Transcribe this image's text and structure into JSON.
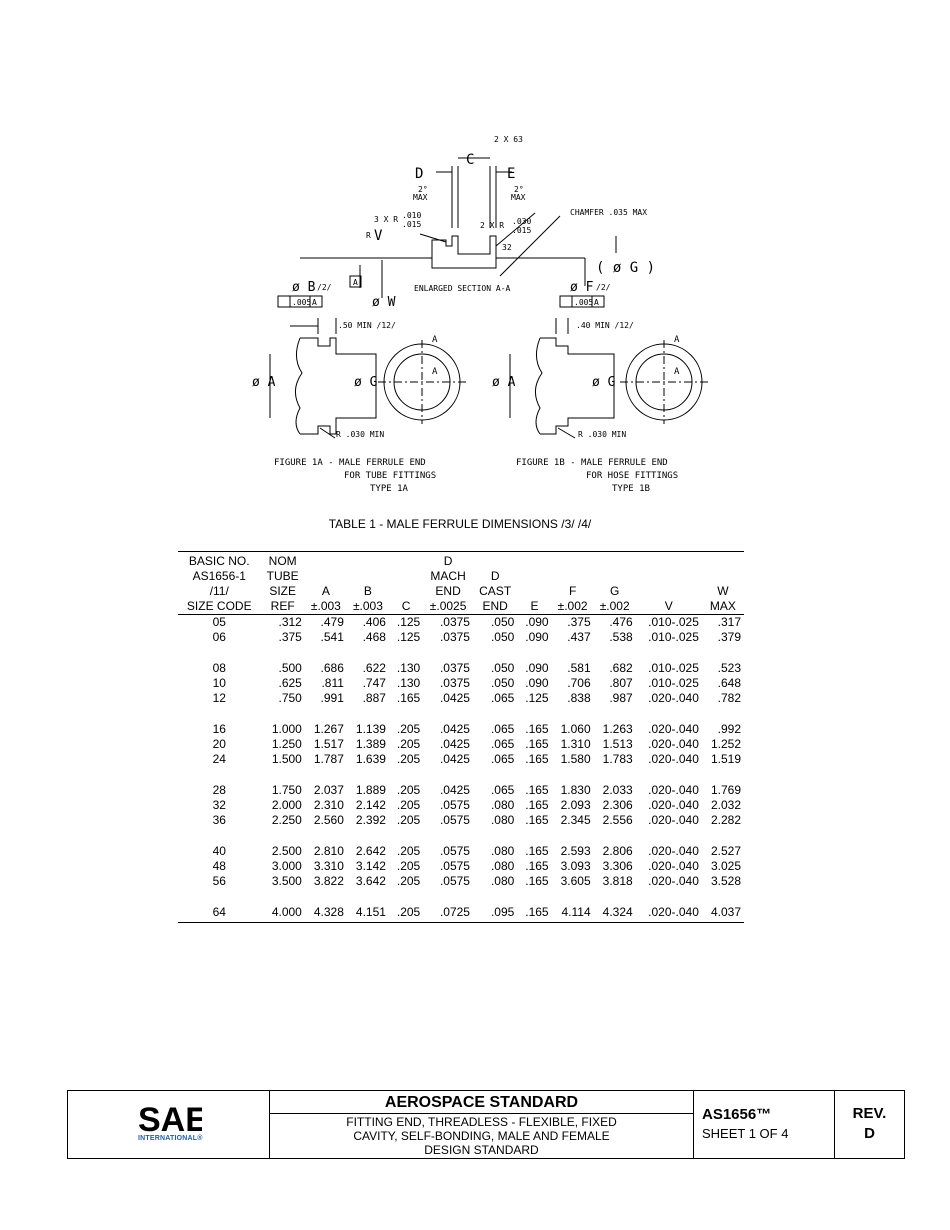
{
  "figure": {
    "labels": {
      "finish_top": "2 X 63",
      "dim_C": "C",
      "dim_D": "D",
      "dim_E": "E",
      "angle_left": "2°",
      "angle_left_sub": "MAX",
      "angle_right": "2°",
      "angle_right_sub": "MAX",
      "radius_left_1": "3 X R",
      "radius_left_a": ".010",
      "radius_left_b": ".015",
      "radius_v": "V",
      "radius_v_prefix": "R",
      "radius_right": "2 X R",
      "radius_right_a": ".030",
      "radius_right_b": ".015",
      "chamfer": "CHAMFER .035 MAX",
      "finish_inner": "32",
      "dia_G_paren": "( ø G )",
      "dia_B": "ø B",
      "ref_2_b": "/2/",
      "tol_box_b": ".005",
      "datum_b": "A",
      "datum_box": "A",
      "dia_W": "ø W",
      "section_caption": "ENLARGED SECTION A-A",
      "dia_F": "ø F",
      "ref_2_f": "/2/",
      "tol_box_f": ".005",
      "datum_f": "A",
      "min_left": ".50 MIN /12/",
      "min_right": ".40 MIN /12/",
      "dia_A_left": "ø A",
      "dia_G_left": "ø G",
      "dia_A_right": "ø A",
      "dia_G_right": "ø G",
      "sec_a_left_top": "A",
      "sec_a_left_bot": "A",
      "sec_a_right_top": "A",
      "sec_a_right_bot": "A",
      "radius_min_left": "R .030 MIN",
      "radius_min_right": "R .030 MIN",
      "fig1a_line1": "FIGURE 1A - MALE FERRULE END",
      "fig1a_line2": "FOR TUBE FITTINGS",
      "fig1a_line3": "TYPE 1A",
      "fig1b_line1": "FIGURE 1B - MALE FERRULE END",
      "fig1b_line2": "FOR HOSE FITTINGS",
      "fig1b_line3": "TYPE 1B"
    }
  },
  "table": {
    "title": "TABLE 1 - MALE FERRULE DIMENSIONS /3/  /4/",
    "headers": [
      [
        "BASIC NO.",
        "AS1656-1",
        "/11/",
        "SIZE CODE"
      ],
      [
        "NOM",
        "TUBE",
        "SIZE",
        "REF"
      ],
      [
        "",
        "",
        "A",
        "±.003"
      ],
      [
        "",
        "",
        "B",
        "±.003"
      ],
      [
        "",
        "",
        "",
        "C"
      ],
      [
        "D",
        "MACH",
        "END",
        "±.0025"
      ],
      [
        "",
        "D",
        "CAST",
        "END"
      ],
      [
        "",
        "",
        "",
        "E"
      ],
      [
        "",
        "",
        "F",
        "±.002"
      ],
      [
        "",
        "",
        "G",
        "±.002"
      ],
      [
        "",
        "",
        "",
        "V"
      ],
      [
        "",
        "",
        "W",
        "MAX"
      ]
    ],
    "rows": [
      [
        "05",
        ".312",
        ".479",
        ".406",
        ".125",
        ".0375",
        ".050",
        ".090",
        ".375",
        ".476",
        ".010-.025",
        ".317"
      ],
      [
        "06",
        ".375",
        ".541",
        ".468",
        ".125",
        ".0375",
        ".050",
        ".090",
        ".437",
        ".538",
        ".010-.025",
        ".379"
      ],
      [
        "08",
        ".500",
        ".686",
        ".622",
        ".130",
        ".0375",
        ".050",
        ".090",
        ".581",
        ".682",
        ".010-.025",
        ".523"
      ],
      [
        "10",
        ".625",
        ".811",
        ".747",
        ".130",
        ".0375",
        ".050",
        ".090",
        ".706",
        ".807",
        ".010-.025",
        ".648"
      ],
      [
        "12",
        ".750",
        ".991",
        ".887",
        ".165",
        ".0425",
        ".065",
        ".125",
        ".838",
        ".987",
        ".020-.040",
        ".782"
      ],
      [
        "16",
        "1.000",
        "1.267",
        "1.139",
        ".205",
        ".0425",
        ".065",
        ".165",
        "1.060",
        "1.263",
        ".020-.040",
        ".992"
      ],
      [
        "20",
        "1.250",
        "1.517",
        "1.389",
        ".205",
        ".0425",
        ".065",
        ".165",
        "1.310",
        "1.513",
        ".020-.040",
        "1.252"
      ],
      [
        "24",
        "1.500",
        "1.787",
        "1.639",
        ".205",
        ".0425",
        ".065",
        ".165",
        "1.580",
        "1.783",
        ".020-.040",
        "1.519"
      ],
      [
        "28",
        "1.750",
        "2.037",
        "1.889",
        ".205",
        ".0425",
        ".065",
        ".165",
        "1.830",
        "2.033",
        ".020-.040",
        "1.769"
      ],
      [
        "32",
        "2.000",
        "2.310",
        "2.142",
        ".205",
        ".0575",
        ".080",
        ".165",
        "2.093",
        "2.306",
        ".020-.040",
        "2.032"
      ],
      [
        "36",
        "2.250",
        "2.560",
        "2.392",
        ".205",
        ".0575",
        ".080",
        ".165",
        "2.345",
        "2.556",
        ".020-.040",
        "2.282"
      ],
      [
        "40",
        "2.500",
        "2.810",
        "2.642",
        ".205",
        ".0575",
        ".080",
        ".165",
        "2.593",
        "2.806",
        ".020-.040",
        "2.527"
      ],
      [
        "48",
        "3.000",
        "3.310",
        "3.142",
        ".205",
        ".0575",
        ".080",
        ".165",
        "3.093",
        "3.306",
        ".020-.040",
        "3.025"
      ],
      [
        "56",
        "3.500",
        "3.822",
        "3.642",
        ".205",
        ".0575",
        ".080",
        ".165",
        "3.605",
        "3.818",
        ".020-.040",
        "3.528"
      ],
      [
        "64",
        "4.000",
        "4.328",
        "4.151",
        ".205",
        ".0725",
        ".095",
        ".165",
        "4.114",
        "4.324",
        ".020-.040",
        "4.037"
      ]
    ],
    "group_breaks_after": [
      1,
      4,
      7,
      10,
      13
    ]
  },
  "title_block": {
    "logo_text": "SAE",
    "logo_subtext": "INTERNATIONAL®",
    "logo_color": "#1f5ea8",
    "standard_title": "AEROSPACE STANDARD",
    "description_lines": [
      "FITTING END, THREADLESS - FLEXIBLE, FIXED",
      "CAVITY, SELF-BONDING, MALE AND FEMALE",
      "DESIGN STANDARD"
    ],
    "doc_number": "AS1656™",
    "sheet": "SHEET 1 OF 4",
    "rev_label": "REV.",
    "rev_value": "D"
  }
}
